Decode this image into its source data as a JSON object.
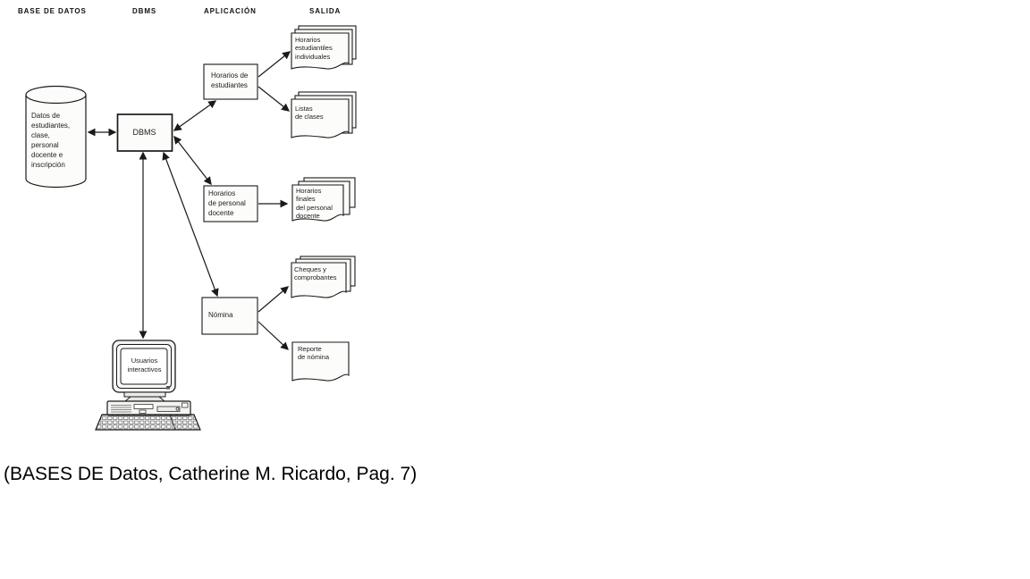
{
  "headers": {
    "database": "BASE DE DATOS",
    "dbms": "DBMS",
    "application": "APLICACIÓN",
    "output": "SALIDA"
  },
  "database_cylinder": {
    "label": "Datos de\nestudiantes,\nclase,\npersonal\ndocente e\ninscripción"
  },
  "dbms_box": {
    "label": "DBMS"
  },
  "applications": {
    "student_schedules": {
      "label": "Horarios de\nestudiantes"
    },
    "faculty_schedules": {
      "label": "Horarios\nde personal\ndocente"
    },
    "payroll": {
      "label": "Nómina"
    }
  },
  "outputs": {
    "individual_schedules": {
      "label": "Horarios\nestudiantiles\nindividuales"
    },
    "class_lists": {
      "label": "Listas\nde clases"
    },
    "faculty_final_schedules": {
      "label": "Horarios\nfinales\ndel personal\ndocente"
    },
    "checks_stubs": {
      "label": "Cheques y\ncomprobantes"
    },
    "payroll_report": {
      "label": "Reporte\nde nómina"
    }
  },
  "terminal": {
    "label": "Usuarios\ninteractivos"
  },
  "caption": "(BASES DE Datos, Catherine M. Ricardo, Pag. 7)",
  "colors": {
    "stroke": "#1a1a1a",
    "shape_fill": "#fcfcfa",
    "background": "#ffffff"
  }
}
